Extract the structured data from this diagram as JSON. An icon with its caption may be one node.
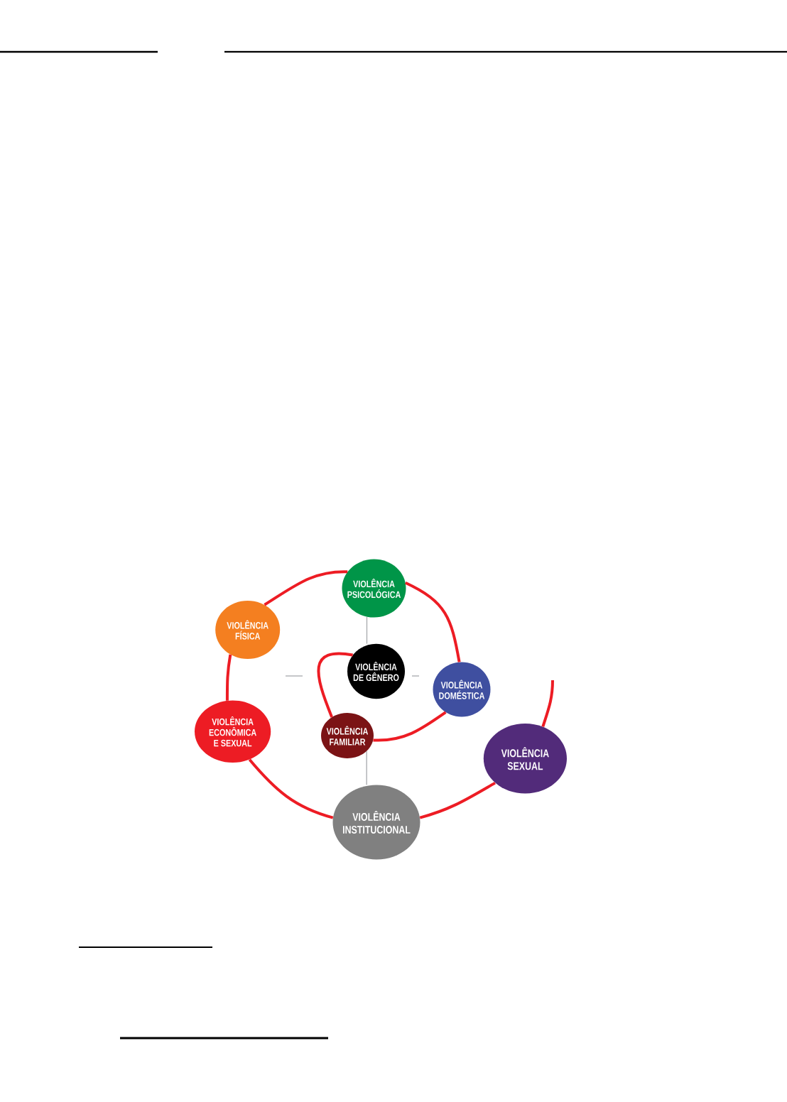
{
  "diagram": {
    "nodes": [
      {
        "text": [
          "VIOLÊNCIA PSICOLÓGICA"
        ]
      },
      {
        "text": [
          "VIOLÊNCIA FÍSICA"
        ]
      },
      {
        "text": [
          "VIOLÊNCIA DE GÊNERO"
        ]
      },
      {
        "text": [
          "VIOLÊNCIA DOMÉSTICA"
        ]
      },
      {
        "text": [
          "VIOLÊNCIA ECONÔMICA E SEXUAL"
        ]
      },
      {
        "text": [
          "VIOLÊNCIA FAMILIAR"
        ]
      },
      {
        "text": [
          "VIOLÊNCIA SEXUAL"
        ]
      },
      {
        "text": [
          "VIOLÊNCIA INSTITUCIONAL"
        ]
      }
    ],
    "edges": [
      {
        "from": 2,
        "to": 5,
        "arrow": "none"
      },
      {
        "from": 5,
        "to": 3,
        "arrow": "none"
      },
      {
        "from": 3,
        "to": 0,
        "arrow": "none"
      },
      {
        "from": 0,
        "to": 1,
        "arrow": "none"
      },
      {
        "from": 1,
        "to": 4,
        "arrow": "none"
      },
      {
        "from": 4,
        "to": 7,
        "arrow": "none"
      },
      {
        "from": 7,
        "to": 6,
        "arrow": "none"
      },
      {
        "from": 6,
        "to": null,
        "arrow": "none"
      },
      {
        "from": 0,
        "to": 2,
        "arrow": "none",
        "color": "#a7a9ac"
      },
      {
        "from": 5,
        "to": 7,
        "arrow": "none",
        "color": "#a7a9ac"
      }
    ]
  }
}
